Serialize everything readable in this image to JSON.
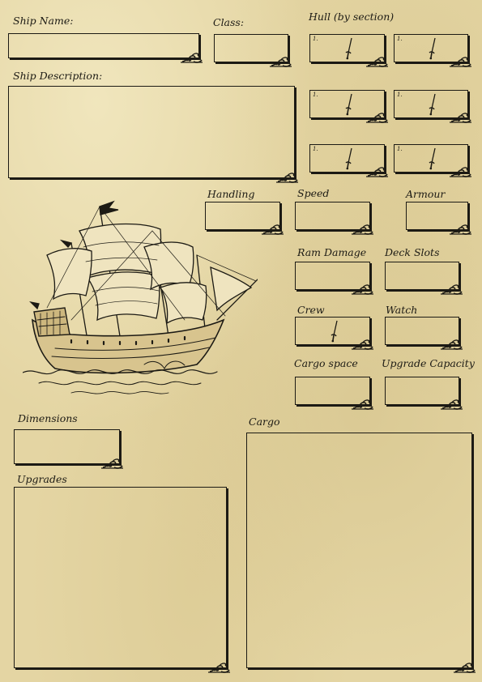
{
  "labels": {
    "ship_name": "Ship Name:",
    "class": "Class:",
    "hull": "Hull (by section)",
    "ship_description": "Ship Description:",
    "handling": "Handling",
    "speed": "Speed",
    "armour": "Armour",
    "ram_damage": "Ram Damage",
    "deck_slots": "Deck Slots",
    "crew": "Crew",
    "watch": "Watch",
    "cargo_space": "Cargo space",
    "upgrade_capacity": "Upgrade Capacity",
    "dimensions": "Dimensions",
    "cargo": "Cargo",
    "upgrades": "Upgrades"
  },
  "hull_sections": [
    {
      "number": "1."
    },
    {
      "number": "1."
    },
    {
      "number": "1."
    },
    {
      "number": "1."
    },
    {
      "number": "1."
    },
    {
      "number": "1."
    }
  ],
  "icons": [
    "flourish-icon",
    "sword-icon",
    "ship-illustration"
  ],
  "colors": {
    "parchment": "#e4d5a3",
    "ink": "#1c1a14"
  }
}
